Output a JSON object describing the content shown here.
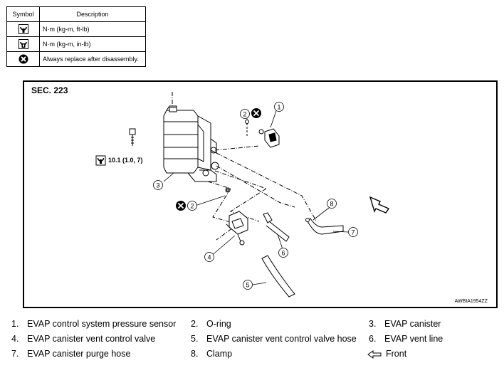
{
  "legend": {
    "header_symbol": "Symbol",
    "header_description": "Description",
    "rows": [
      {
        "icon": "torque-wrench-icon",
        "description": "N·m (kg-m, ft-lb)"
      },
      {
        "icon": "torque-wrench-small-icon",
        "description": "N·m (kg-m, in-lb)"
      },
      {
        "icon": "replace-always-icon",
        "description": "Always replace after disassembly."
      }
    ]
  },
  "diagram": {
    "section": "SEC. 223",
    "torque_spec": "10.1 (1.0, 7)",
    "reference_code": "AWBIA1954ZZ",
    "callouts": [
      "1",
      "2",
      "3",
      "2",
      "4",
      "5",
      "6",
      "7",
      "8"
    ]
  },
  "parts_list": [
    {
      "num": "1.",
      "name": "EVAP control system pressure sensor"
    },
    {
      "num": "2.",
      "name": "O-ring"
    },
    {
      "num": "3.",
      "name": "EVAP canister"
    },
    {
      "num": "4.",
      "name": "EVAP canister vent control valve"
    },
    {
      "num": "5.",
      "name": "EVAP canister vent control valve hose"
    },
    {
      "num": "6.",
      "name": "EVAP vent line"
    },
    {
      "num": "7.",
      "name": "EVAP canister purge hose"
    },
    {
      "num": "8.",
      "name": "Clamp"
    },
    {
      "num": "",
      "name": "Front",
      "icon": "front-arrow-icon"
    }
  ]
}
